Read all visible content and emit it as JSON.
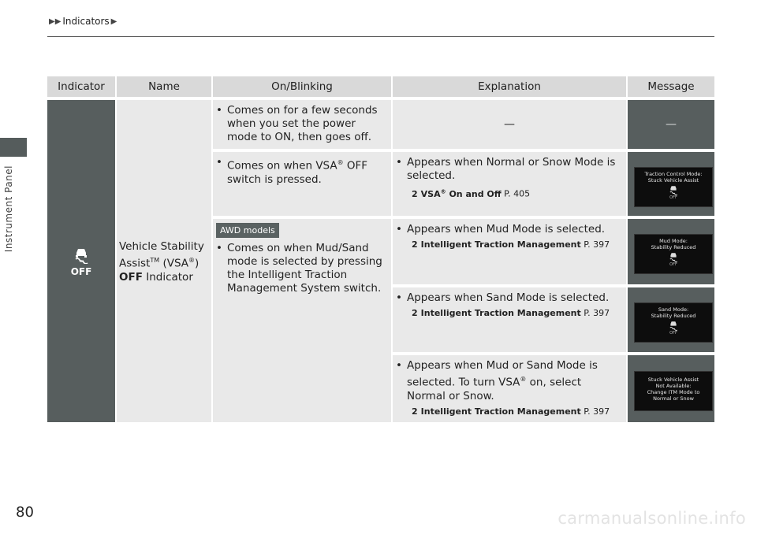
{
  "breadcrumb": {
    "label": "Indicators"
  },
  "side_label": "Instrument Panel",
  "page_number": "80",
  "watermark": "carmanualsonline.info",
  "table": {
    "headers": {
      "indicator": "Indicator",
      "name": "Name",
      "on_blinking": "On/Blinking",
      "explanation": "Explanation",
      "message": "Message"
    },
    "indicator_symbol_text": "OFF",
    "name": {
      "line1": "Vehicle Stability",
      "line2_a": "Assist",
      "line2_tm": "TM",
      "line2_b": " (VSA",
      "line2_reg": "®",
      "line2_c": ")",
      "line3_bold": "OFF",
      "line3_rest": " Indicator"
    },
    "rows": [
      {
        "on_blinking": "Comes on for a few seconds when you set the power mode to ON, then goes off.",
        "explanation_dash": "—",
        "message_dash": "—"
      },
      {
        "on_blinking_a": "Comes on when VSA",
        "on_blinking_reg": "®",
        "on_blinking_b": " OFF switch is pressed.",
        "explanation": "Appears when Normal or Snow Mode is selected.",
        "ref_title_a": "VSA",
        "ref_title_reg": "®",
        "ref_title_b": " On and Off",
        "ref_page": " P. 405",
        "screen_line1": "Traction Control Mode:",
        "screen_line2": "Stuck Vehicle Assist",
        "screen_off": "OFF"
      },
      {
        "badge": "AWD models",
        "on_blinking": "Comes on when Mud/Sand mode is selected by pressing the Intelligent Traction Management System switch.",
        "explanation": "Appears when Mud Mode is selected.",
        "ref_title": "Intelligent Traction Management",
        "ref_page": " P. 397",
        "screen_line1": "Mud Mode:",
        "screen_line2": "Stability Reduced",
        "screen_off": "OFF"
      },
      {
        "explanation": "Appears when Sand Mode is selected.",
        "ref_title": "Intelligent Traction Management",
        "ref_page": " P. 397",
        "screen_line1": "Sand Mode:",
        "screen_line2": "Stability Reduced",
        "screen_off": "OFF"
      },
      {
        "explanation_a": "Appears when Mud or Sand Mode is selected. To turn VSA",
        "explanation_reg": "®",
        "explanation_b": " on, select Normal or Snow.",
        "ref_title": "Intelligent Traction Management",
        "ref_page": " P. 397",
        "screen_line1": "Stuck Vehicle Assist",
        "screen_line2": "Not Available:",
        "screen_line3": "Change ITM Mode to",
        "screen_line4": "Normal or Snow"
      }
    ]
  }
}
